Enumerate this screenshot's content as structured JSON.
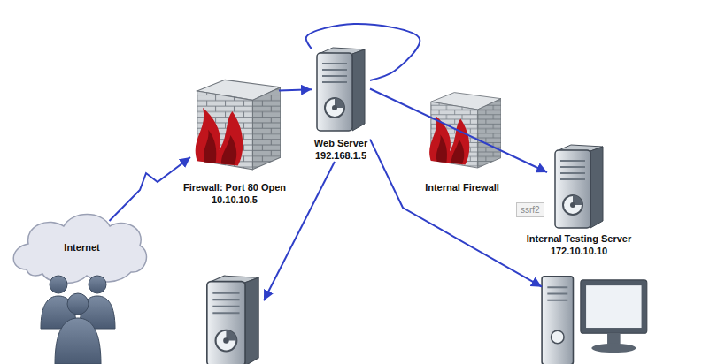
{
  "diagram": {
    "nodes": [
      {
        "text": [
          "Firewall: Port 80 Open",
          "10.10.10.5"
        ]
      },
      {
        "text": [
          "Web Server",
          "192.168.1.5"
        ]
      },
      {
        "text": [
          "Internal Firewall"
        ]
      },
      {
        "text": [
          "Internal Testing Server",
          "172.10.10.10"
        ]
      },
      {
        "text": [
          "Internet"
        ]
      },
      {
        "text": []
      },
      {
        "text": []
      }
    ],
    "edges": [
      {
        "from": 4,
        "to": 0,
        "arrow": "to"
      },
      {
        "from": 0,
        "to": 1,
        "arrow": "to"
      },
      {
        "from": 1,
        "to": 1,
        "arrow": "none"
      },
      {
        "from": 1,
        "to": 3,
        "arrow": "to"
      },
      {
        "from": 1,
        "to": 5,
        "arrow": "to"
      },
      {
        "from": 1,
        "to": 6,
        "arrow": "to"
      }
    ],
    "labels": [
      "ssrf2"
    ]
  }
}
